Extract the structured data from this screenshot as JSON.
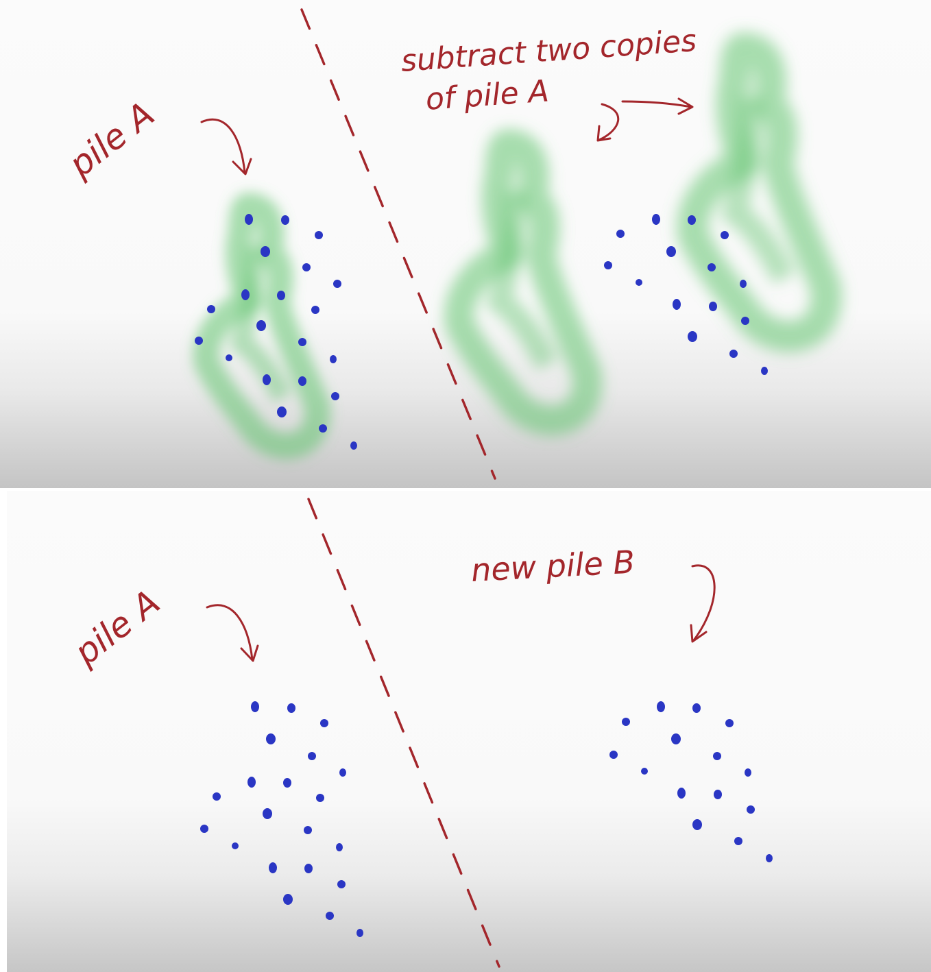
{
  "panels": {
    "top": {
      "pile_label": "pile A",
      "subtract_line1": "subtract two copies",
      "subtract_line2": "of pile A"
    },
    "bottom": {
      "pile_a_label": "pile A",
      "pile_b_label": "new pile B"
    }
  },
  "colors": {
    "ink": "#a3262b",
    "dot": "#2a36c4",
    "blob": "#62c46e",
    "background": "#fbfbfb"
  }
}
